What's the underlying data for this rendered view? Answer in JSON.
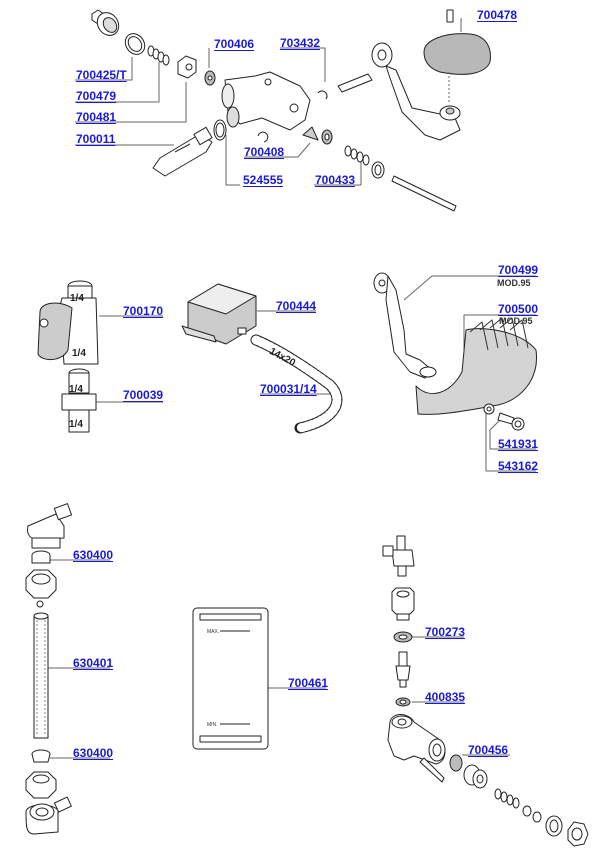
{
  "diagram": {
    "colors": {
      "label": "#1a1ad6",
      "leader": "#666666",
      "outline": "#222222",
      "fill_gray": "#b8b8b8",
      "fill_light": "#e6e6e6"
    },
    "groups": [
      {
        "name": "pump-valve-assembly",
        "parts": [
          {
            "code": "700478"
          },
          {
            "code": "700406"
          },
          {
            "code": "703432"
          },
          {
            "code": "700425/T"
          },
          {
            "code": "700479"
          },
          {
            "code": "700481"
          },
          {
            "code": "700011"
          },
          {
            "code": "700408"
          },
          {
            "code": "524555"
          },
          {
            "code": "700433"
          }
        ]
      },
      {
        "name": "tap-and-drain",
        "parts": [
          {
            "code": "700170",
            "stamp_top": "1/4",
            "stamp_bottom": "1/4"
          },
          {
            "code": "700039",
            "stamp_top": "1/4",
            "stamp_bottom": "1/4"
          },
          {
            "code": "700444"
          },
          {
            "code": "700031/14",
            "stamp": "14x20"
          }
        ]
      },
      {
        "name": "lever-and-grip",
        "parts": [
          {
            "code": "700499",
            "note": "MOD.95"
          },
          {
            "code": "700500",
            "note": "MOD.95"
          },
          {
            "code": "541931"
          },
          {
            "code": "543162"
          }
        ]
      },
      {
        "name": "level-gauge",
        "parts": [
          {
            "code": "630400"
          },
          {
            "code": "630401"
          },
          {
            "code": "630400"
          }
        ]
      },
      {
        "name": "level-label-plate",
        "parts": [
          {
            "code": "700461",
            "max_text": "MAX.",
            "min_text": "MIN."
          }
        ]
      },
      {
        "name": "valve-fitting",
        "parts": [
          {
            "code": "700273"
          },
          {
            "code": "400835"
          },
          {
            "code": "700456"
          }
        ]
      }
    ]
  }
}
